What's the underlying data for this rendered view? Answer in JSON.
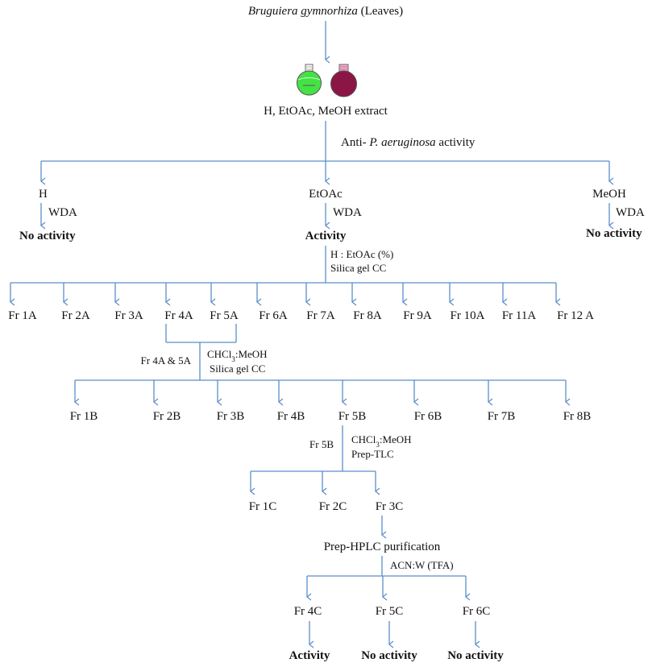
{
  "title": {
    "name": "Bruguiera gymnorhiza",
    "suffix": " (Leaves)"
  },
  "extract_label": "H, EtOAc, MeOH extract",
  "assay": {
    "prefix": "Anti- ",
    "organism": "P. aeruginosa",
    "suffix": " activity"
  },
  "solvents": {
    "h": {
      "label": "H",
      "method": "WDA",
      "result": "No activity"
    },
    "etoac": {
      "label": "EtOAc",
      "method": "WDA",
      "result": "Activity"
    },
    "meoh": {
      "label": "MeOH",
      "method": "WDA",
      "result": "No activity"
    }
  },
  "step1": {
    "eluent": "H : EtOAc (%)",
    "method": "Silica gel CC",
    "fractions": [
      "Fr 1A",
      "Fr 2A",
      "Fr 3A",
      "Fr 4A",
      "Fr 5A",
      "Fr 6A",
      "Fr 7A",
      "Fr 8A",
      "Fr 9A",
      "Fr 10A",
      "Fr 11A",
      "Fr 12 A"
    ]
  },
  "step2": {
    "input": "Fr 4A & 5A",
    "eluent_a": "CHCl",
    "eluent_sub": "3",
    "eluent_b": ":MeOH",
    "method": "Silica gel CC",
    "fractions": [
      "Fr 1B",
      "Fr 2B",
      "Fr 3B",
      "Fr 4B",
      "Fr 5B",
      "Fr 6B",
      "Fr 7B",
      "Fr 8B"
    ]
  },
  "step3": {
    "input": "Fr 5B",
    "eluent_a": "CHCl",
    "eluent_sub": "3",
    "eluent_b": ":MeOH",
    "method": "Prep-TLC",
    "fractions": [
      "Fr 1C",
      "Fr 2C",
      "Fr 3C"
    ]
  },
  "step4": {
    "label": "Prep-HPLC purification",
    "eluent": "ACN:W (TFA)",
    "fractions": [
      "Fr 4C",
      "Fr 5C",
      "Fr 6C"
    ],
    "results": [
      "Activity",
      "No activity",
      "No activity"
    ]
  },
  "colors": {
    "line": "#5b8ec9",
    "flask_green": "#44e244",
    "flask_maroon": "#8b1646"
  }
}
